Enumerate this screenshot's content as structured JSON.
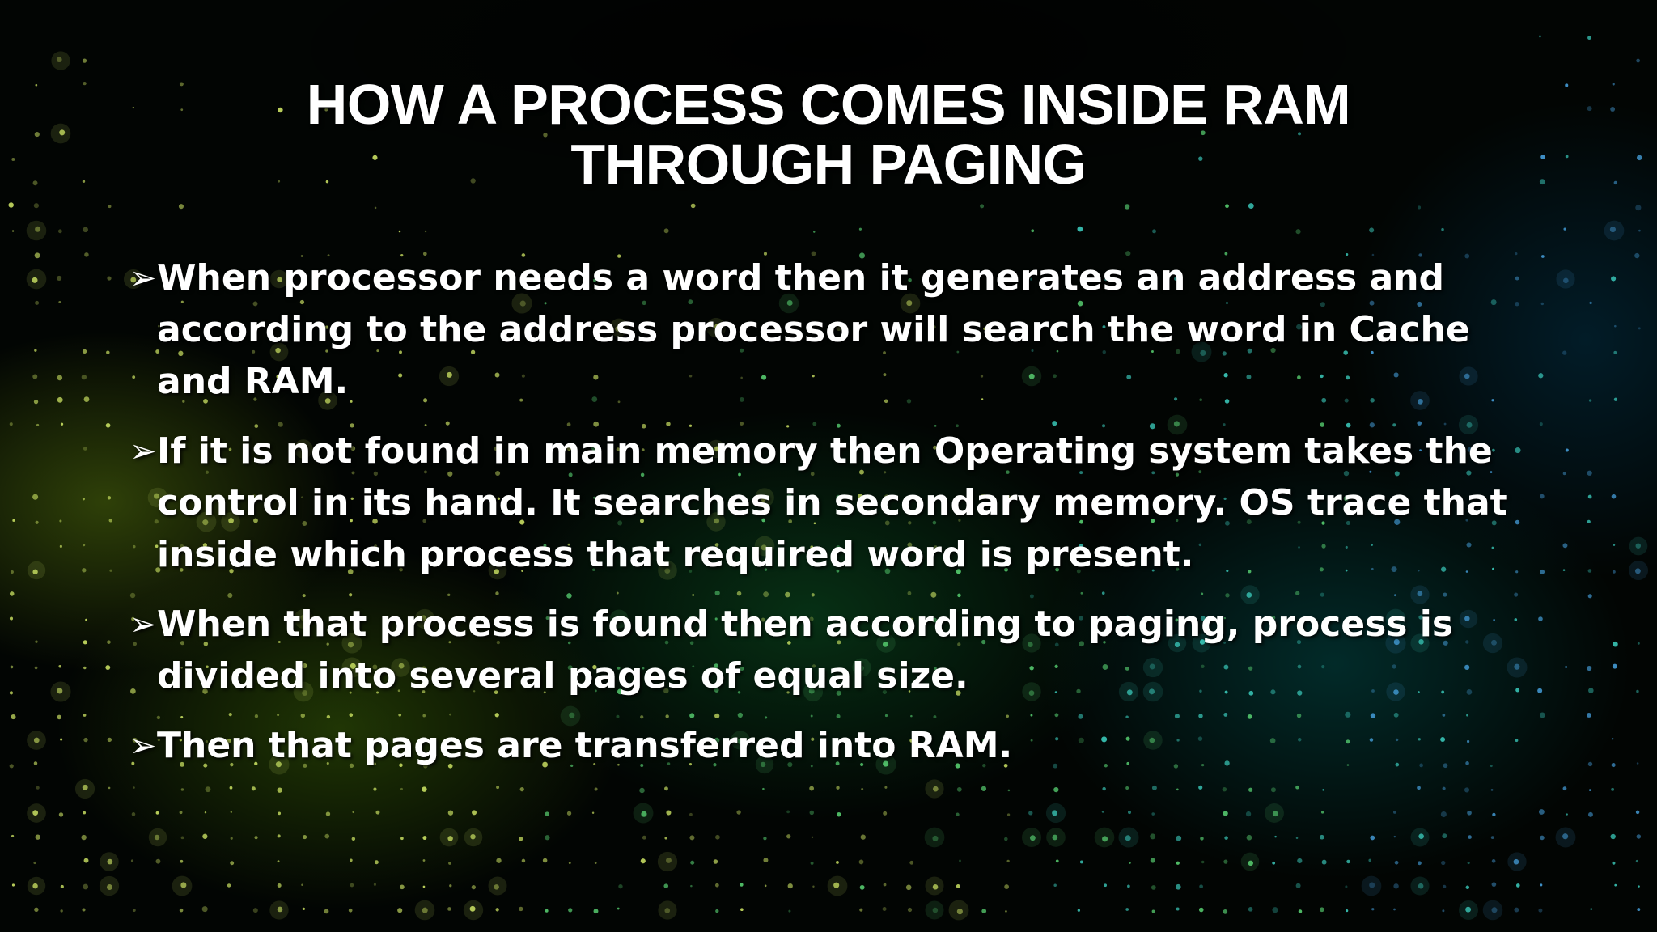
{
  "slide": {
    "title_lines": [
      "HOW A PROCESS COMES INSIDE RAM",
      "THROUGH PAGING"
    ],
    "bullet_icon": "arrowhead-bullet-icon",
    "bullet_symbol": "➢",
    "bullets": [
      " When processor needs a word then it generates an address and according to the address processor will search the word in Cache and RAM.",
      " If it is not found in main memory then Operating system takes the control in its hand. It searches in secondary memory. OS trace that inside which process that required word is present.",
      " When that process is found then according to paging, process is divided into several pages of equal size.",
      "  Then that pages are transferred into RAM."
    ]
  },
  "colors": {
    "text": "#ffffff",
    "background": "#020503",
    "dot_yellow": "#d8f06a",
    "dot_green": "#5fe07a",
    "dot_teal": "#3fd8c8",
    "dot_blue": "#4aa8e8"
  }
}
